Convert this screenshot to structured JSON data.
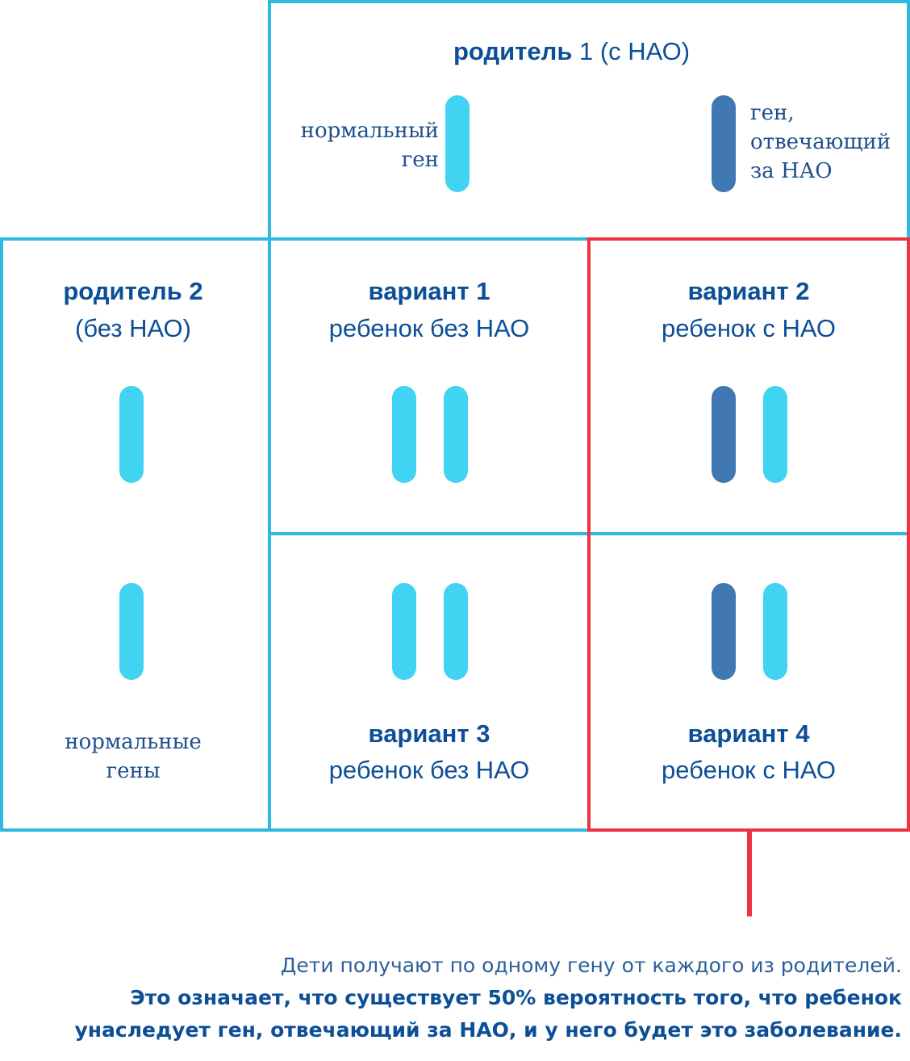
{
  "parent1": {
    "title_bold": "родитель",
    "title_rest": " 1 (с НАО)",
    "left_label_line1": "нормальный",
    "left_label_line2": "ген",
    "right_label_line1": "ген,",
    "right_label_line2": "отвечающий",
    "right_label_line3": "за НАО"
  },
  "parent2": {
    "title": "родитель  2",
    "subtitle": "(без НАО)",
    "label_line1": "нормальные",
    "label_line2": "гены"
  },
  "variants": [
    {
      "title": "вариант 1",
      "subtitle": "ребенок без НАО",
      "genes": [
        "normal",
        "normal"
      ]
    },
    {
      "title": "вариант 2",
      "subtitle": "ребенок с НАО",
      "genes": [
        "nao",
        "normal"
      ]
    },
    {
      "title": "вариант 3",
      "subtitle": "ребенок без НАО",
      "genes": [
        "normal",
        "normal"
      ]
    },
    {
      "title": "вариант 4",
      "subtitle": "ребенок с НАО",
      "genes": [
        "nao",
        "normal"
      ]
    }
  ],
  "note": {
    "line1": "Дети получают по одному гену от каждого из родителей.",
    "line2": "Это означает, что существует 50% вероятность того, что ребенок",
    "line3": "унаследует ген, отвечающий за НАО, и у него будет это заболевание."
  },
  "colors": {
    "border": "#2fb8e0",
    "highlight": "#ee3340",
    "normal_gene": "#41d3f2",
    "nao_gene": "#4079b1",
    "text": "#0d4f97"
  }
}
